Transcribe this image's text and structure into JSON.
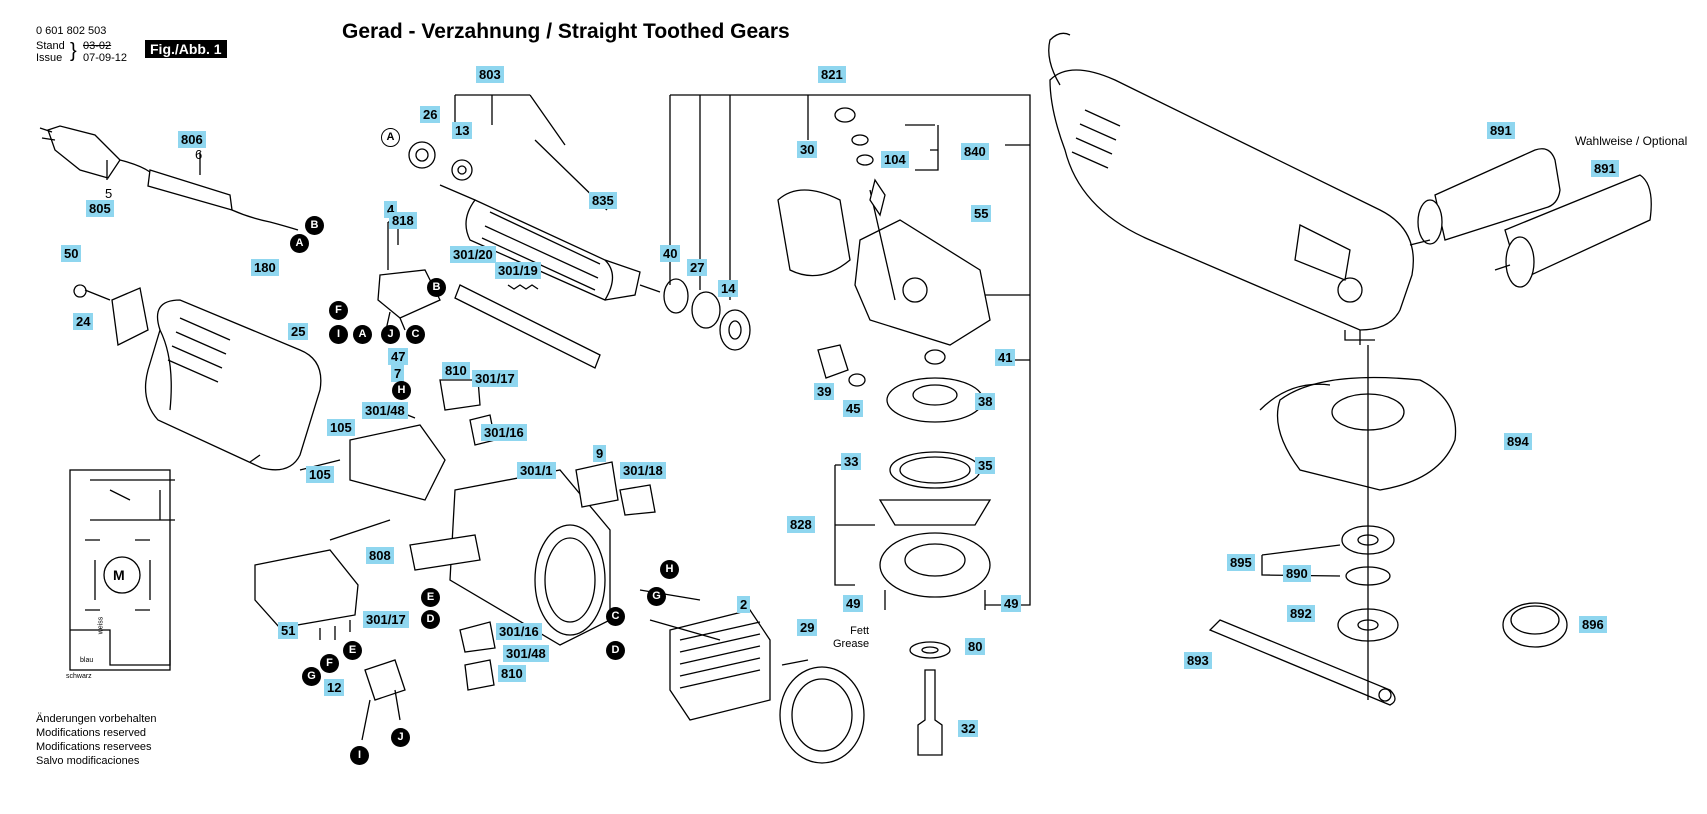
{
  "header": {
    "part_number": "0 601 802 503",
    "stand_label": "Stand",
    "stand_date": "03-02",
    "issue_label": "Issue",
    "issue_date": "07-09-12",
    "figure_label": "Fig./Abb. 1"
  },
  "title": "Gerad - Verzahnung / Straight Toothed Gears",
  "optional_note": "Wahlweise / Optional",
  "grease_note": {
    "de": "Fett",
    "en": "Grease"
  },
  "notes": [
    "Änderungen vorbehalten",
    "Modifications reserved",
    "Modifications reservees",
    "Salvo modificaciones"
  ],
  "schematic_labels": [
    "M",
    "blau",
    "schwarz",
    "weiss"
  ],
  "part_labels": [
    "803",
    "821",
    "26",
    "13",
    "806",
    "6",
    "835",
    "30",
    "104",
    "840",
    "5",
    "805",
    "4",
    "818",
    "55",
    "40",
    "27",
    "14",
    "50",
    "180",
    "301/20",
    "301/19",
    "24",
    "25",
    "47",
    "7",
    "39",
    "45",
    "41",
    "38",
    "810",
    "301/17",
    "301/48",
    "301/16",
    "105",
    "105",
    "9",
    "301/1",
    "301/18",
    "33",
    "35",
    "828",
    "808",
    "2",
    "51",
    "301/17",
    "301/16",
    "301/48",
    "810",
    "29",
    "12",
    "49",
    "49",
    "80",
    "32",
    "891",
    "891",
    "894",
    "895",
    "890",
    "892",
    "896",
    "893"
  ],
  "connectors": [
    "B",
    "A",
    "B",
    "F",
    "I",
    "A",
    "J",
    "C",
    "H",
    "H",
    "G",
    "E",
    "D",
    "C",
    "D",
    "E",
    "F",
    "G",
    "I",
    "J",
    "A"
  ],
  "colors": {
    "label_bg": "#8fd6ef",
    "ink": "#000000",
    "paper": "#ffffff"
  }
}
